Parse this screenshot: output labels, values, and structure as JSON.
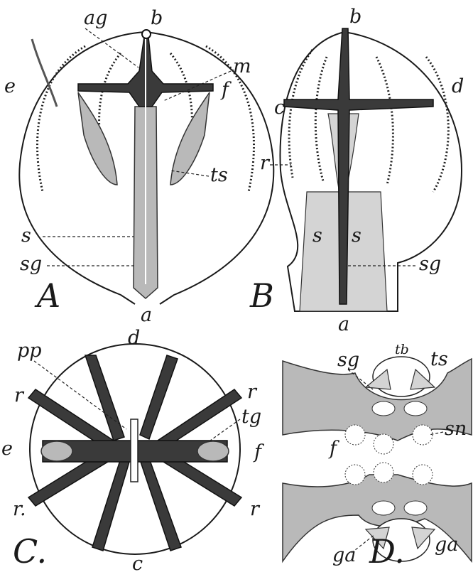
{
  "figure": {
    "panels": [
      {
        "id": "A",
        "caption": "A",
        "labels": {
          "ag": "ag",
          "b": "b",
          "m": "m",
          "e": "e",
          "f": "f",
          "ts": "ts",
          "s": "s",
          "sg": "sg",
          "a": "a"
        }
      },
      {
        "id": "B",
        "caption": "B",
        "labels": {
          "b": "b",
          "c": "c",
          "d": "d",
          "r": "r",
          "s1": "s",
          "s2": "s",
          "sg": "sg",
          "a": "a"
        }
      },
      {
        "id": "C",
        "caption": "C.",
        "labels": {
          "d": "d",
          "pp": "pp",
          "r1": "r",
          "r2": "r",
          "tg": "tg",
          "e": "e",
          "f": "f",
          "r3": "r.",
          "r4": "r",
          "c": "c"
        }
      },
      {
        "id": "D",
        "caption": "D.",
        "labels": {
          "tb": "tb",
          "sg": "sg",
          "ts": "ts",
          "f": "f",
          "sn": "sn",
          "ga1": "ga",
          "ga2": "ga"
        }
      }
    ]
  },
  "colors": {
    "ink": "#1a1a1a",
    "dark_tissue": "#3a3a3a",
    "grey_tissue": "#b9b9b9",
    "light_tissue": "#d4d4d4",
    "paper": "#ffffff"
  }
}
